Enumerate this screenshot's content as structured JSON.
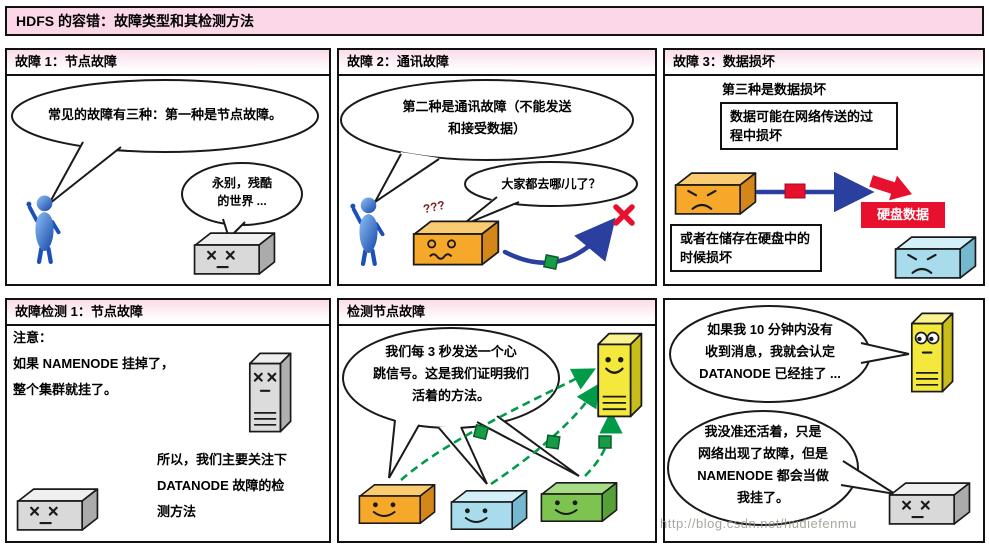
{
  "banner": {
    "title": "HDFS 的容错：故障类型和其检测方法"
  },
  "colors": {
    "banner_bg": "#FBD7E7",
    "alert_red": "#E8112D",
    "arrow_blue": "#2B3F9E",
    "heartbeat_green": "#009B48",
    "namenode_yellow": "#F3E83B"
  },
  "panel1": {
    "title": "故障 1：节点故障",
    "bubble_main": "常见的故障有三种：第一种是节点故障。",
    "bubble_dying_line1": "永别，残酷",
    "bubble_dying_line2": "的世界 ..."
  },
  "panel2": {
    "title": "故障 2：通讯故障",
    "bubble_main_line1": "第二种是通讯故障（不能发送",
    "bubble_main_line2": "和接受数据）",
    "bubble_box": "大家都去哪/儿了？",
    "confused_marks": "???"
  },
  "panel3": {
    "title": "故障 3：数据损坏",
    "heading": "第三种是数据损坏",
    "note1_line1": "数据可能在网络传送的过",
    "note1_line2": "程中损坏",
    "disk_label": "硬盘数据",
    "note2_line1": "或者在储存在硬盘中的",
    "note2_line2": "时候损坏"
  },
  "panel4": {
    "title": "故障检测 1：节点故障",
    "note_heading": "注意：",
    "note_line1": "如果 NAMENODE 挂掉了，",
    "note_line2": "整个集群就挂了。",
    "conclusion_line1": "所以，我们主要关注下",
    "conclusion_line2": "DATANODE 故障的检",
    "conclusion_line3": "测方法"
  },
  "panel5": {
    "title": "检测节点故障",
    "bubble_line1": "我们每 3 秒发送一个心",
    "bubble_line2": "跳信号。这是我们证明我们",
    "bubble_line3": "活着的方法。"
  },
  "panel6": {
    "bubble1_line1": "如果我 10 分钟内没有",
    "bubble1_line2": "收到消息，我就会认定",
    "bubble1_line3": "DATANODE 已经挂了 ...",
    "bubble2_line1": "我没准还活着，只是",
    "bubble2_line2": "网络出现了故障，但是",
    "bubble2_line3": "NAMENODE 都会当做",
    "bubble2_line4": "我挂了。"
  },
  "watermark": "http://blog.csdn.net/hudiefenmu"
}
